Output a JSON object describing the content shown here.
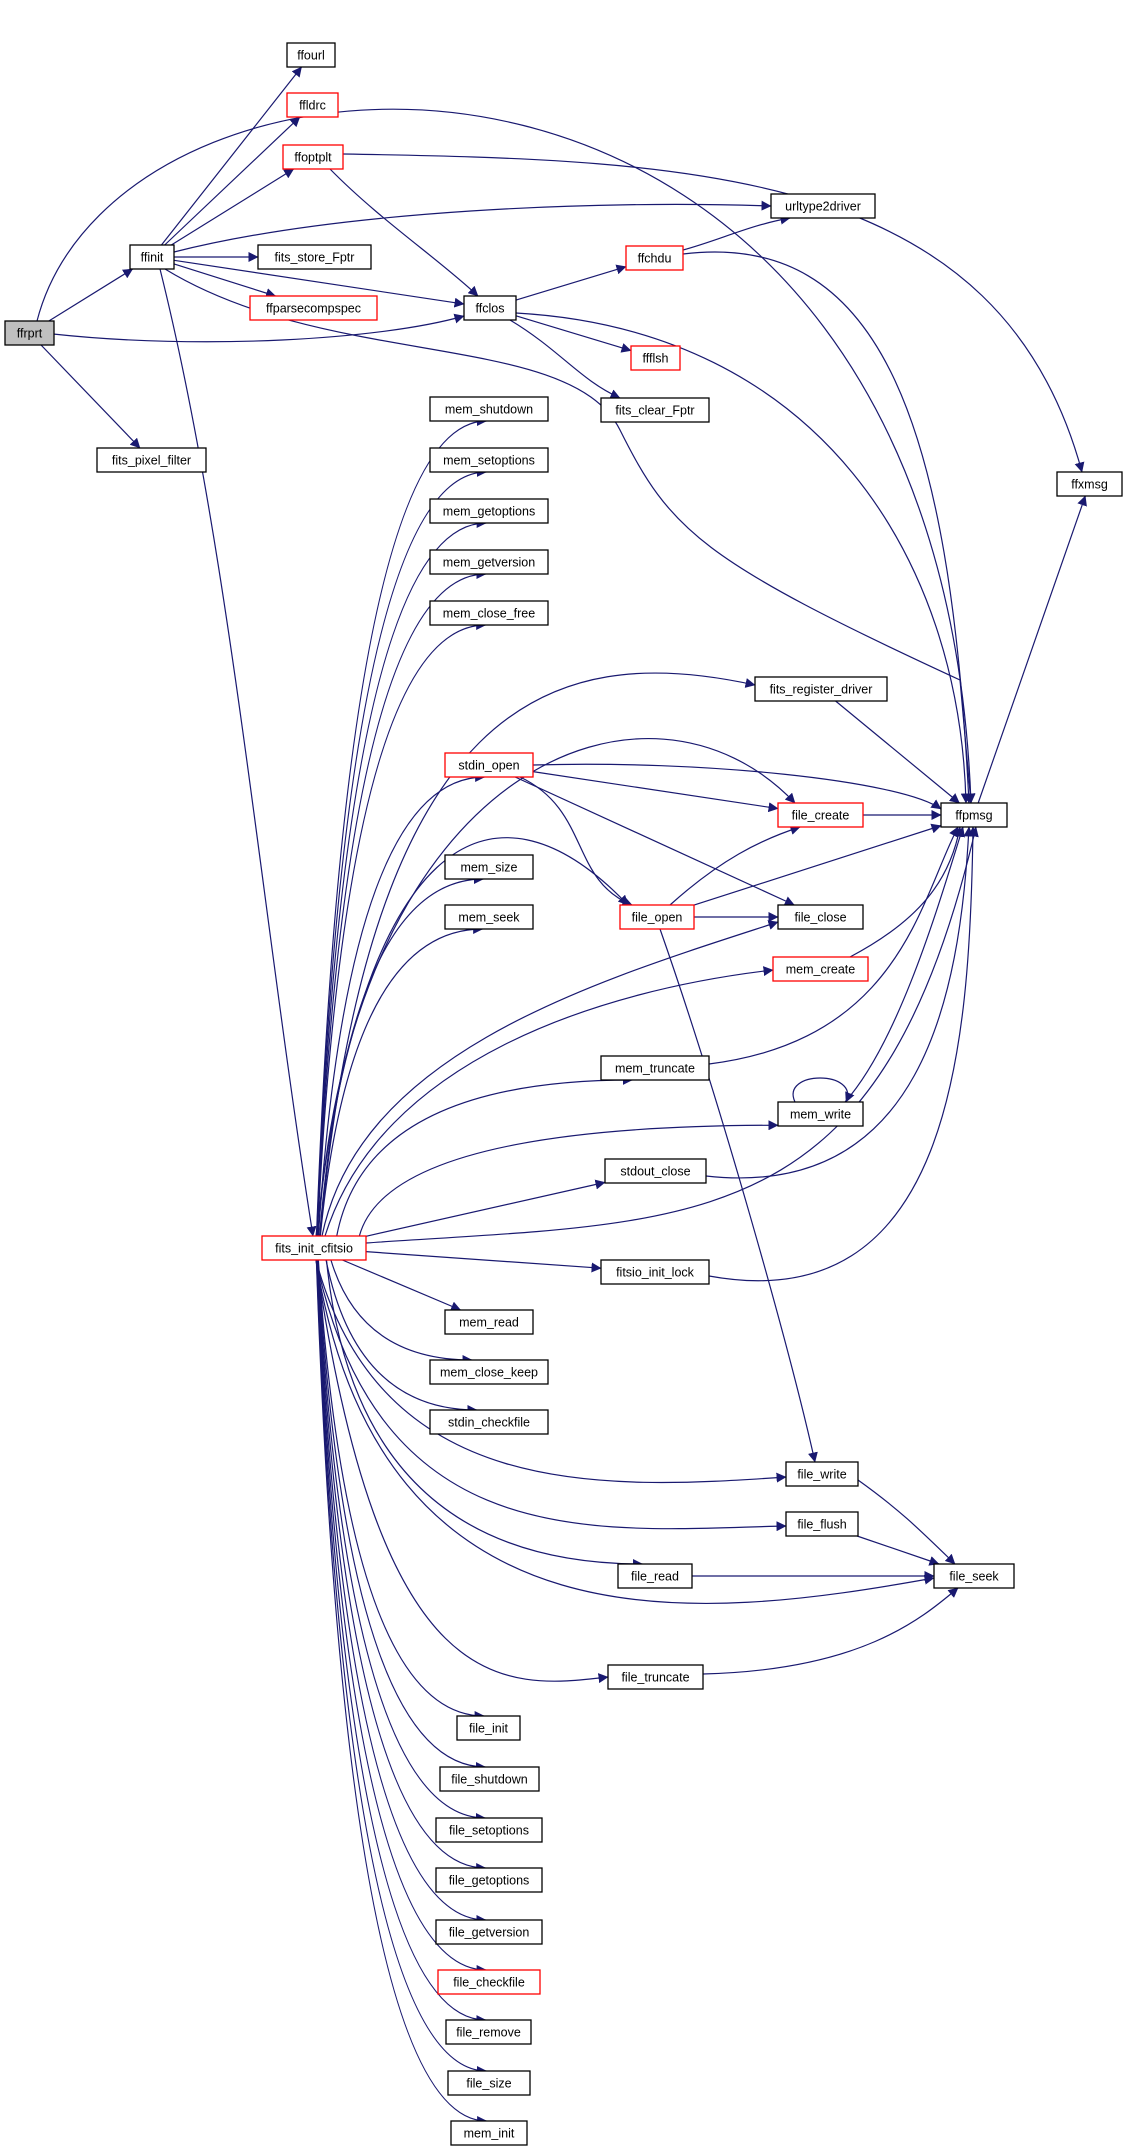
{
  "colors": {
    "edge": "#191970",
    "node_border": "#000000",
    "node_border_link_missing": "#ff0000",
    "root_fill": "#bfbfbf",
    "node_fill": "#ffffff"
  },
  "nodes": [
    {
      "id": "ffrprt",
      "label": "ffrprt",
      "style": "root"
    },
    {
      "id": "ffinit",
      "label": "ffinit",
      "style": "black"
    },
    {
      "id": "fits_pixel_filter",
      "label": "fits_pixel_filter",
      "style": "black"
    },
    {
      "id": "ffourl",
      "label": "ffourl",
      "style": "black"
    },
    {
      "id": "ffldrc",
      "label": "ffldrc",
      "style": "red"
    },
    {
      "id": "ffoptplt",
      "label": "ffoptplt",
      "style": "red"
    },
    {
      "id": "fits_store_Fptr",
      "label": "fits_store_Fptr",
      "style": "black"
    },
    {
      "id": "ffparsecompspec",
      "label": "ffparsecompspec",
      "style": "red"
    },
    {
      "id": "ffclos",
      "label": "ffclos",
      "style": "black"
    },
    {
      "id": "urltype2driver",
      "label": "urltype2driver",
      "style": "black"
    },
    {
      "id": "ffchdu",
      "label": "ffchdu",
      "style": "red"
    },
    {
      "id": "ffflsh",
      "label": "ffflsh",
      "style": "red"
    },
    {
      "id": "fits_clear_Fptr",
      "label": "fits_clear_Fptr",
      "style": "black"
    },
    {
      "id": "ffxmsg",
      "label": "ffxmsg",
      "style": "black"
    },
    {
      "id": "ffpmsg",
      "label": "ffpmsg",
      "style": "black"
    },
    {
      "id": "mem_shutdown",
      "label": "mem_shutdown",
      "style": "black"
    },
    {
      "id": "mem_setoptions",
      "label": "mem_setoptions",
      "style": "black"
    },
    {
      "id": "mem_getoptions",
      "label": "mem_getoptions",
      "style": "black"
    },
    {
      "id": "mem_getversion",
      "label": "mem_getversion",
      "style": "black"
    },
    {
      "id": "mem_close_free",
      "label": "mem_close_free",
      "style": "black"
    },
    {
      "id": "fits_register_driver",
      "label": "fits_register_driver",
      "style": "black"
    },
    {
      "id": "stdin_open",
      "label": "stdin_open",
      "style": "red"
    },
    {
      "id": "file_create",
      "label": "file_create",
      "style": "red"
    },
    {
      "id": "mem_size",
      "label": "mem_size",
      "style": "black"
    },
    {
      "id": "file_open",
      "label": "file_open",
      "style": "red"
    },
    {
      "id": "file_close",
      "label": "file_close",
      "style": "black"
    },
    {
      "id": "mem_seek",
      "label": "mem_seek",
      "style": "black"
    },
    {
      "id": "mem_create",
      "label": "mem_create",
      "style": "red"
    },
    {
      "id": "mem_truncate",
      "label": "mem_truncate",
      "style": "black"
    },
    {
      "id": "mem_write",
      "label": "mem_write",
      "style": "black"
    },
    {
      "id": "stdout_close",
      "label": "stdout_close",
      "style": "black"
    },
    {
      "id": "fits_init_cfitsio",
      "label": "fits_init_cfitsio",
      "style": "red"
    },
    {
      "id": "fitsio_init_lock",
      "label": "fitsio_init_lock",
      "style": "black"
    },
    {
      "id": "mem_read",
      "label": "mem_read",
      "style": "black"
    },
    {
      "id": "mem_close_keep",
      "label": "mem_close_keep",
      "style": "black"
    },
    {
      "id": "stdin_checkfile",
      "label": "stdin_checkfile",
      "style": "black"
    },
    {
      "id": "file_write",
      "label": "file_write",
      "style": "black"
    },
    {
      "id": "file_flush",
      "label": "file_flush",
      "style": "black"
    },
    {
      "id": "file_read",
      "label": "file_read",
      "style": "black"
    },
    {
      "id": "file_seek",
      "label": "file_seek",
      "style": "black"
    },
    {
      "id": "file_truncate",
      "label": "file_truncate",
      "style": "black"
    },
    {
      "id": "file_init",
      "label": "file_init",
      "style": "black"
    },
    {
      "id": "file_shutdown",
      "label": "file_shutdown",
      "style": "black"
    },
    {
      "id": "file_setoptions",
      "label": "file_setoptions",
      "style": "black"
    },
    {
      "id": "file_getoptions",
      "label": "file_getoptions",
      "style": "black"
    },
    {
      "id": "file_getversion",
      "label": "file_getversion",
      "style": "black"
    },
    {
      "id": "file_checkfile",
      "label": "file_checkfile",
      "style": "red"
    },
    {
      "id": "file_remove",
      "label": "file_remove",
      "style": "black"
    },
    {
      "id": "file_size",
      "label": "file_size",
      "style": "black"
    },
    {
      "id": "mem_init",
      "label": "mem_init",
      "style": "black"
    }
  ],
  "edges": [
    [
      "ffrprt",
      "ffinit"
    ],
    [
      "ffrprt",
      "fits_pixel_filter"
    ],
    [
      "ffrprt",
      "ffclos"
    ],
    [
      "ffrprt",
      "ffpmsg"
    ],
    [
      "ffinit",
      "ffourl"
    ],
    [
      "ffinit",
      "ffldrc"
    ],
    [
      "ffinit",
      "ffoptplt"
    ],
    [
      "ffinit",
      "urltype2driver"
    ],
    [
      "ffinit",
      "fits_store_Fptr"
    ],
    [
      "ffinit",
      "ffparsecompspec"
    ],
    [
      "ffinit",
      "ffclos"
    ],
    [
      "ffinit",
      "ffpmsg"
    ],
    [
      "ffinit",
      "fits_init_cfitsio"
    ],
    [
      "ffoptplt",
      "ffxmsg"
    ],
    [
      "ffoptplt",
      "ffclos"
    ],
    [
      "ffclos",
      "ffchdu"
    ],
    [
      "ffclos",
      "ffflsh"
    ],
    [
      "ffclos",
      "fits_clear_Fptr"
    ],
    [
      "ffclos",
      "ffpmsg"
    ],
    [
      "ffchdu",
      "urltype2driver"
    ],
    [
      "ffchdu",
      "ffpmsg"
    ],
    [
      "ffpmsg",
      "ffxmsg"
    ],
    [
      "fits_register_driver",
      "ffpmsg"
    ],
    [
      "stdin_open",
      "ffpmsg"
    ],
    [
      "stdin_open",
      "file_create"
    ],
    [
      "stdin_open",
      "file_open"
    ],
    [
      "stdin_open",
      "file_close"
    ],
    [
      "file_create",
      "ffpmsg"
    ],
    [
      "file_open",
      "file_create"
    ],
    [
      "file_open",
      "ffpmsg"
    ],
    [
      "file_open",
      "file_close"
    ],
    [
      "file_open",
      "file_write"
    ],
    [
      "mem_create",
      "ffpmsg"
    ],
    [
      "mem_truncate",
      "ffpmsg"
    ],
    [
      "mem_write",
      "ffpmsg"
    ],
    [
      "mem_write",
      "mem_write"
    ],
    [
      "stdout_close",
      "ffpmsg"
    ],
    [
      "fitsio_init_lock",
      "ffpmsg"
    ],
    [
      "file_write",
      "file_seek"
    ],
    [
      "file_flush",
      "file_seek"
    ],
    [
      "file_read",
      "file_seek"
    ],
    [
      "file_truncate",
      "file_seek"
    ],
    [
      "fits_init_cfitsio",
      "mem_shutdown"
    ],
    [
      "fits_init_cfitsio",
      "mem_setoptions"
    ],
    [
      "fits_init_cfitsio",
      "mem_getoptions"
    ],
    [
      "fits_init_cfitsio",
      "mem_getversion"
    ],
    [
      "fits_init_cfitsio",
      "mem_close_free"
    ],
    [
      "fits_init_cfitsio",
      "fits_register_driver"
    ],
    [
      "fits_init_cfitsio",
      "file_create"
    ],
    [
      "fits_init_cfitsio",
      "stdin_open"
    ],
    [
      "fits_init_cfitsio",
      "file_open"
    ],
    [
      "fits_init_cfitsio",
      "mem_size"
    ],
    [
      "fits_init_cfitsio",
      "mem_seek"
    ],
    [
      "fits_init_cfitsio",
      "file_close"
    ],
    [
      "fits_init_cfitsio",
      "mem_create"
    ],
    [
      "fits_init_cfitsio",
      "mem_truncate"
    ],
    [
      "fits_init_cfitsio",
      "mem_write"
    ],
    [
      "fits_init_cfitsio",
      "stdout_close"
    ],
    [
      "fits_init_cfitsio",
      "ffpmsg"
    ],
    [
      "fits_init_cfitsio",
      "fitsio_init_lock"
    ],
    [
      "fits_init_cfitsio",
      "mem_read"
    ],
    [
      "fits_init_cfitsio",
      "mem_close_keep"
    ],
    [
      "fits_init_cfitsio",
      "stdin_checkfile"
    ],
    [
      "fits_init_cfitsio",
      "file_write"
    ],
    [
      "fits_init_cfitsio",
      "file_flush"
    ],
    [
      "fits_init_cfitsio",
      "file_read"
    ],
    [
      "fits_init_cfitsio",
      "file_seek"
    ],
    [
      "fits_init_cfitsio",
      "file_truncate"
    ],
    [
      "fits_init_cfitsio",
      "file_init"
    ],
    [
      "fits_init_cfitsio",
      "file_shutdown"
    ],
    [
      "fits_init_cfitsio",
      "file_setoptions"
    ],
    [
      "fits_init_cfitsio",
      "file_getoptions"
    ],
    [
      "fits_init_cfitsio",
      "file_getversion"
    ],
    [
      "fits_init_cfitsio",
      "file_checkfile"
    ],
    [
      "fits_init_cfitsio",
      "file_remove"
    ],
    [
      "fits_init_cfitsio",
      "file_size"
    ],
    [
      "fits_init_cfitsio",
      "mem_init"
    ]
  ]
}
